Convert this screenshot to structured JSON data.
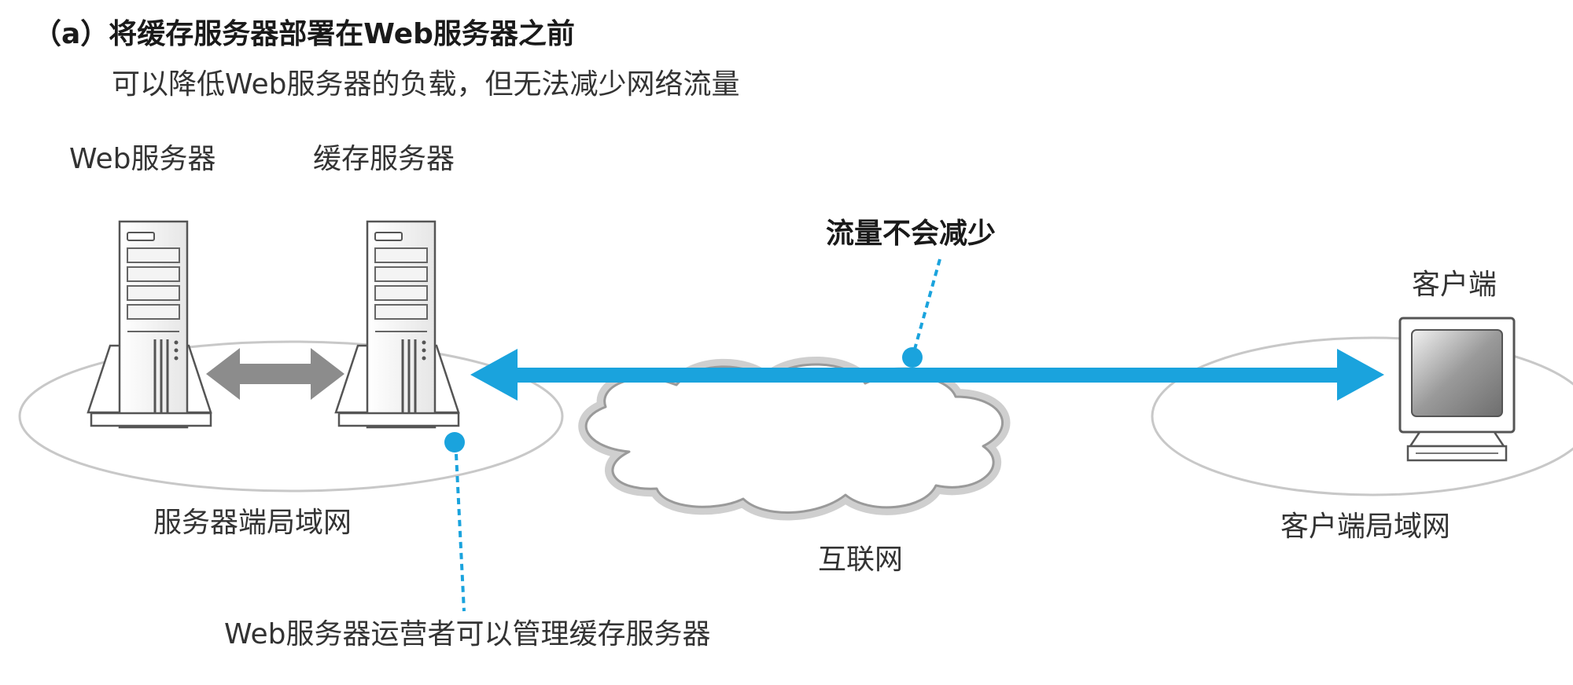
{
  "header": {
    "title": "（a）将缓存服务器部署在Web服务器之前",
    "subtitle": "可以降低Web服务器的负载，但无法减少网络流量"
  },
  "nodes": {
    "web_server": "Web服务器",
    "cache_server": "缓存服务器",
    "client": "客户端"
  },
  "networks": {
    "server_lan": "服务器端局域网",
    "client_lan": "客户端局域网",
    "internet": "互联网"
  },
  "callouts": {
    "traffic": "流量不会减少",
    "management": "Web服务器运营者可以管理缓存服务器"
  },
  "colors": {
    "accent": "#1aa3dd",
    "server_arrow": "#8c8c8c",
    "ellipse_stroke": "#c8c8c8",
    "cloud_shadow": "#cfcfcf"
  }
}
